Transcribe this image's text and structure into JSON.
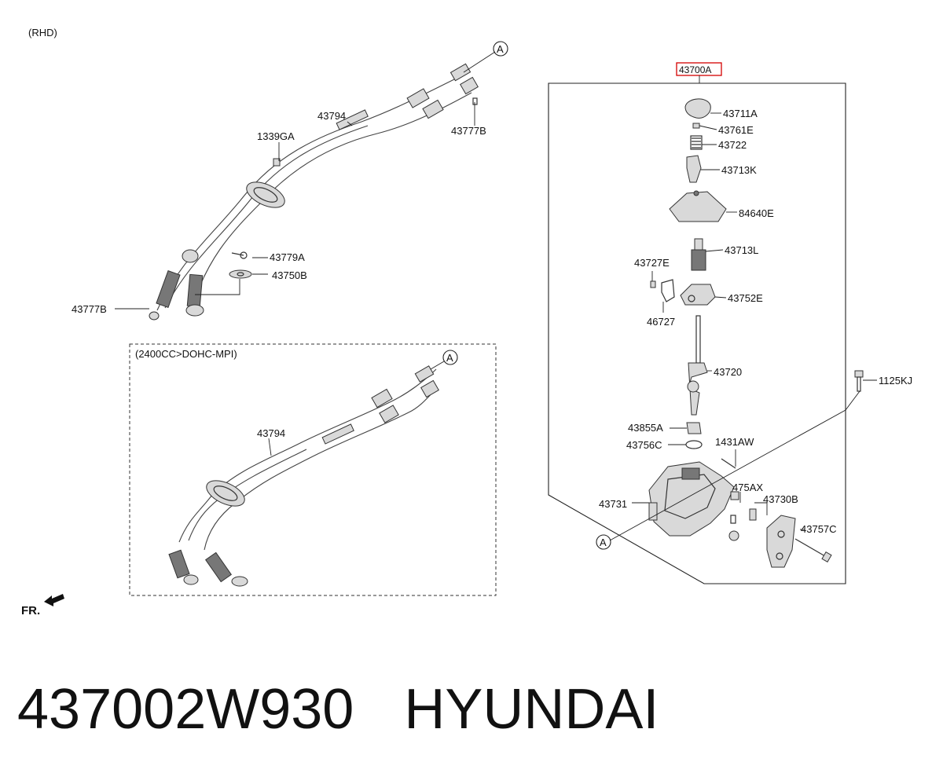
{
  "diagram": {
    "variant_top": "(RHD)",
    "variant_box": "(2400CC>DOHC-MPI)",
    "assembly_label": "43700A",
    "assembly_label_color": "#d40000",
    "ref_marker": "A",
    "front_marker": "FR.",
    "parts": {
      "cable_top": "43794",
      "clip_1339": "1339GA",
      "clip_top_right": "43777B",
      "clip_left": "43777B",
      "pin": "43779A",
      "washer": "43750B",
      "cable_box": "43794",
      "knob": "43711A",
      "knob_insert": "43761E",
      "spring": "43722",
      "adapter_k": "43713K",
      "boot": "84640E",
      "adapter_l": "43713L",
      "clip_727": "43727E",
      "bracket_752": "43752E",
      "pin_46727": "46727",
      "lever": "43720",
      "bushing": "43855A",
      "ring": "43756C",
      "bolt_top": "1125KJ",
      "pin_1431": "1431AW",
      "clip_475": "475AX",
      "housing": "43731",
      "bracket_730": "43730B",
      "bolt_757": "43757C"
    }
  },
  "caption": {
    "part_number": "437002W930",
    "brand": "HYUNDAI"
  }
}
